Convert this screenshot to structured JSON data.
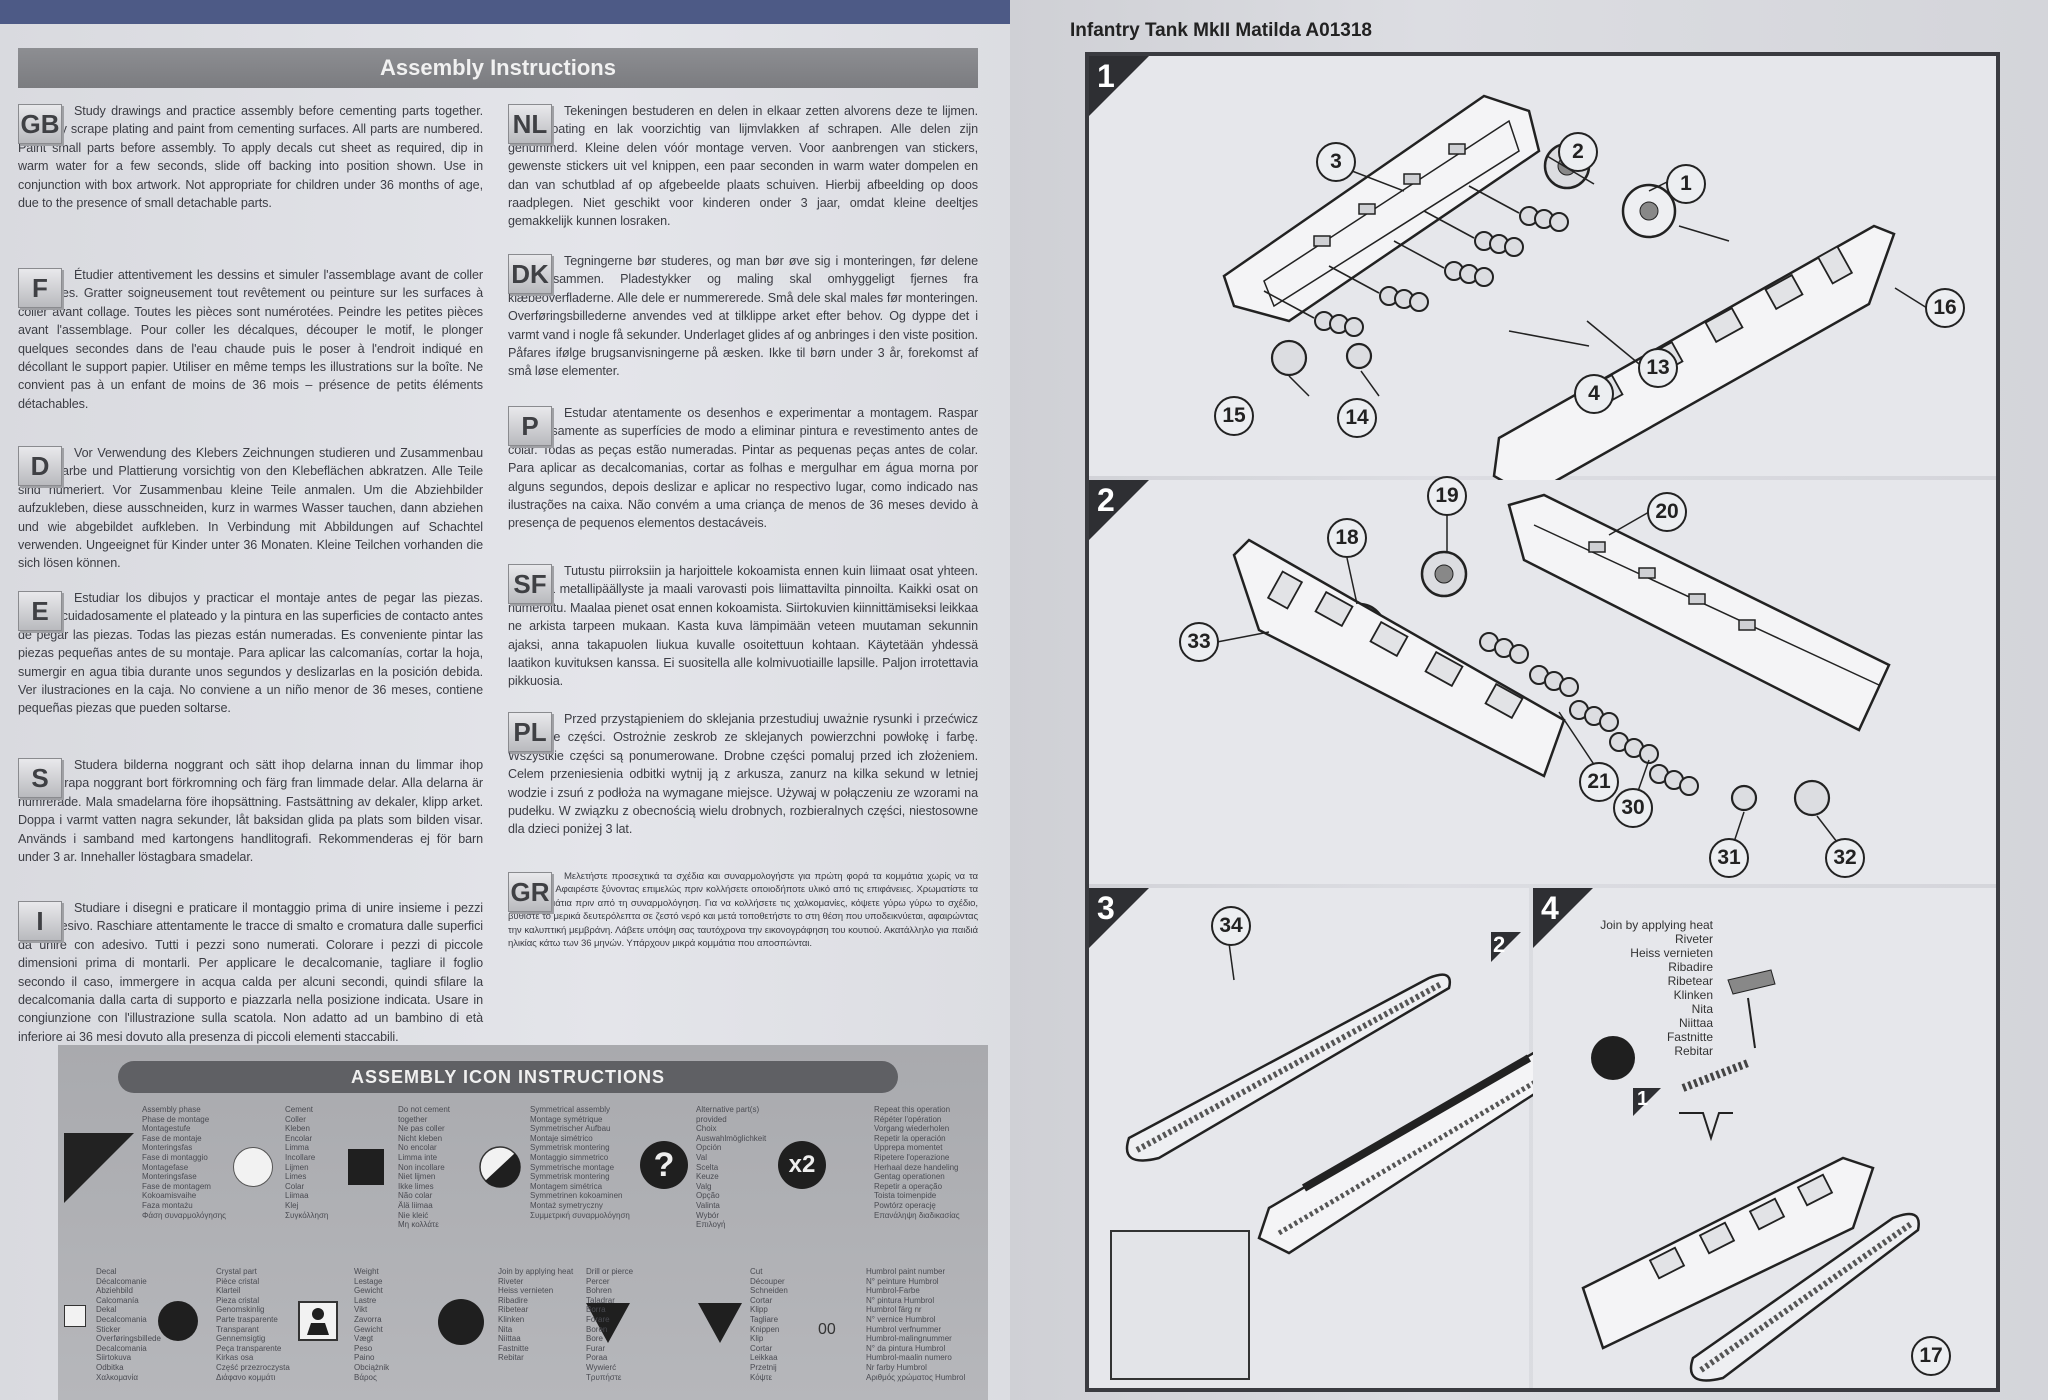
{
  "left": {
    "banner": "Assembly Instructions",
    "blocks": [
      {
        "tag": "GB",
        "text": "Study drawings and practice assembly before cementing parts together. Carefully scrape plating and paint from cementing surfaces. All parts are numbered. Paint small parts before assembly. To apply decals cut sheet as required, dip in warm water for a few seconds, slide off backing into position shown. Use in conjunction with box artwork. Not appropriate for children under 36 months of age, due to the presence of small detachable parts."
      },
      {
        "tag": "F",
        "text": "Étudier attentivement les dessins et simuler l'assemblage avant de coller les pièces. Gratter soigneusement tout revêtement ou peinture sur les surfaces à coller avant collage. Toutes les pièces sont numérotées. Peindre les petites pièces avant l'assemblage. Pour coller les décalques, découper le motif, le plonger quelques secondes dans de l'eau chaude puis le poser à l'endroit indiqué en décollant le support papier. Utiliser en même temps les illustrations sur la boîte. Ne convient pas à un enfant de moins de 36 mois – présence de petits éléments détachables."
      },
      {
        "tag": "D",
        "text": "Vor Verwendung des Klebers Zeichnungen studieren und Zusammenbau üben. Farbe und Plattierung vorsichtig von den Klebeflächen abkratzen. Alle Teile sind numeriert. Vor Zusammenbau kleine Teile anmalen. Um die Abziehbilder aufzukleben, diese ausschneiden, kurz in warmes Wasser tauchen, dann abziehen und wie abgebildet aufkleben. In Verbindung mit Abbildungen auf Schachtel verwenden. Ungeeignet für Kinder unter 36 Monaten. Kleine Teilchen vorhanden die sich lösen können."
      },
      {
        "tag": "E",
        "text": "Estudiar los dibujos y practicar el montaje antes de pegar las piezas. Raspar cuidadosamente el plateado y la pintura en las superficies de contacto antes de pegar las piezas. Todas las piezas están numeradas. Es conveniente pintar las piezas pequeñas antes de su montaje. Para aplicar las calcomanías, cortar la hoja, sumergir en agua tibia durante unos segundos y deslizarlas en la posición debida. Ver ilustraciones en la caja. No conviene a un niño menor de 36 meses, contiene pequeñas piezas que pueden soltarse."
      },
      {
        "tag": "S",
        "text": "Studera bilderna noggrant och sätt ihop delarna innan du limmar ihop dem. Skrapa noggrant bort förkromning och färg fran limmade delar. Alla delarna är numrerade. Mala smadelarna före ihopsättning. Fastsättning av dekaler, klipp arket. Doppa i varmt vatten nagra sekunder, låt baksidan glida pa plats som bilden visar. Används i samband med kartongens handlitografi. Rekommenderas ej för barn under 3 ar. Innehaller löstagbara smadelar."
      },
      {
        "tag": "I",
        "text": "Studiare i disegni e praticare il montaggio prima di unire insieme i pezzi con l'adesivo. Raschiare attentamente le tracce di smalto e cromatura dalle superfici da unire con adesivo. Tutti i pezzi sono numerati. Colorare i pezzi di piccole dimensioni prima di montarli. Per applicare le decalcomanie, tagliare il foglio secondo il caso, immergere in acqua calda per alcuni secondi, quindi sfilare la decalcomania dalla carta di supporto e piazzarla nella posizione indicata. Usare in congiunzione con l'illustrazione sulla scatola. Non adatto ad un bambino di età inferiore ai 36 mesi dovuto alla presenza di piccoli elementi staccabili."
      },
      {
        "tag": "NL",
        "text": "Tekeningen bestuderen en delen in elkaar zetten alvorens deze te lijmen. Metaalcoating en lak voorzichtig van lijmvlakken af schrapen. Alle delen zijn genummerd. Kleine delen vóór montage verven. Voor aanbrengen van stickers, gewenste stickers uit vel knippen, een paar seconden in warm water dompelen en dan van schutblad af op afgebeelde plaats schuiven. Hierbij afbeelding op doos raadplegen. Niet geschikt voor kinderen onder 3 jaar, omdat kleine deeltjes gemakkelijk kunnen losraken."
      },
      {
        "tag": "DK",
        "text": "Tegningerne bør studeres, og man bør øve sig i monteringen, før delene limes sammen. Pladestykker og maling skal omhyggeligt fjernes fra klæbeoverfladerne. Alle dele er nummererede. Små dele skal males før monteringen. Overføringsbillederne anvendes ved at tilklippe arket efter behov. Og dyppe det i varmt vand i nogle få sekunder. Underlaget glides af og anbringes i den viste position. Påfares ifølge brugsanvisningerne på æsken. Ikke til børn under 3 år, forekomst af små løse elementer."
      },
      {
        "tag": "P",
        "text": "Estudar atentamente os desenhos e experimentar a montagem. Raspar cuidadosamente as superfícies de modo a eliminar pintura e revestimento antes de colar. Todas as peças estão numeradas. Pintar as pequenas peças antes de colar. Para aplicar as decalcomanias, cortar as folhas e mergulhar em água morna por alguns segundos, depois deslizar e aplicar no respectivo lugar, como indicado nas ilustrações na caixa. Não convém a uma criança de menos de 36 meses devido à presença de pequenos elementos destacáveis."
      },
      {
        "tag": "SF",
        "text": "Tutustu piirroksiin ja harjoittele kokoamista ennen kuin liimaat osat yhteen. Raaputa metallipäällyste ja maali varovasti pois liimattavilta pinnoilta. Kaikki osat on numeroitu. Maalaa pienet osat ennen kokoamista. Siirtokuvien kiinnittämiseksi leikkaa ne arkista tarpeen mukaan. Kasta kuva lämpimään veteen muutaman sekunnin ajaksi, anna takapuolen liukua kuvalle osoitettuun kohtaan. Käytetään yhdessä laatikon kuvituksen kanssa. Ei suositella alle kolmivuotiaille lapsille. Paljon irrotettavia pikkuosia."
      },
      {
        "tag": "PL",
        "text": "Przed przystąpieniem do sklejania przestudiuj uważnie rysunki i przećwicz składanie części. Ostrożnie zeskrob ze sklejanych powierzchni powłokę i farbę. Wszystkie części są ponumerowane. Drobne części pomaluj przed ich złożeniem. Celem przeniesienia odbitki wytnij ją z arkusza, zanurz na kilka sekund w letniej wodzie i zsuń z podłoża na wymagane miejsce. Używaj w połączeniu ze wzorami na pudełku. W związku z obecnością wielu drobnych, rozbieralnych części, niestosowne dla dzieci poniżej 3 lat."
      },
      {
        "tag": "GR",
        "text": "Μελετήστε προσεχτικά τα σχέδια και συναρμολογήστε για πρώτη φορά τα κομμάτια χωρίς να τα κολλήσετε. Αφαιρέστε ξύνοντας επιμελώς πριν κολλήσετε οποιοδήποτε υλικό από τις επιφάνειες. Χρωματίστε τα μικρά κομμάτια πριν από τη συναρμολόγηση. Για να κολλήσετε τις χαλκομανίες, κόψετε γύρω γύρω το σχέδιο, βυθίστε το μερικά δευτερόλεπτα σε ζεστό νερό και μετά τοποθετήστε το στη θέση που υποδεικνύεται, αφαιρώντας την καλυπτική μεμβράνη. Λάβετε υπόψη σας ταυτόχρονα την εικονογράφηση του κουτιού. Ακατάλληλο για παιδιά ηλικίας κάτω των 36 μηνών. Υπάρχουν μικρά κομμάτια που αποσπώνται."
      }
    ],
    "icon_panel": {
      "title": "ASSEMBLY  ICON  INSTRUCTIONS",
      "row1": [
        {
          "icon": "assembly-phase-triangle-icon",
          "text": "Assembly phase\nPhase de montage\nMontagestufe\nFase de montaje\nMonteringsfas\nFase di montaggio\nMontagefase\nMonteringsfase\nFase de montagem\nKokoamisvaihe\nFaza montażu\nΦάση συναρμολόγησης"
        },
        {
          "icon": "cement-circle-icon",
          "text": "Cement\nColler\nKleben\nEncolar\nLimma\nIncollare\nLijmen\nLimes\nColar\nLiimaa\nKlej\nΣυγκόλληση"
        },
        {
          "icon": "do-not-cement-square-icon",
          "text": "Do not cement together\nNe pas coller\nNicht kleben\nNo encolar\nLimma inte\nNon incollare\nNiet lijmen\nIkke limes\nNão colar\nÄlä liimaa\nNie kleić\nΜη κολλάτε"
        },
        {
          "icon": "symmetrical-assembly-icon",
          "text": "Symmetrical assembly\nMontage symétrique\nSymmetrischer Aufbau\nMontaje simétrico\nSymmetrisk montering\nMontaggio simmetrico\nSymmetrische montage\nSymmetrisk montering\nMontagem simétrica\nSymmetrinen kokoaminen\nMontaż symetryczny\nΣυμμετρική συναρμολόγηση"
        },
        {
          "icon": "alternative-parts-question-icon",
          "text": "Alternative part(s) provided\nChoix\nAuswahlmöglichkeit\nOpción\nVal\nScelta\nKeuze\nValg\nOpção\nValinta\nWybór\nΕπιλογή"
        },
        {
          "icon": "repeat-x2-icon",
          "text": "Repeat this operation\nRépéter l'opération\nVorgang wiederholen\nRepetir la operación\nUpprepa momentet\nRipetere l'operazione\nHerhaal deze handeling\nGentag operationen\nRepetir a operação\nToista toimenpide\nPowtórz operację\nΕπανάληψη διαδικασίας"
        }
      ],
      "row2": [
        {
          "icon": "decal-square-icon",
          "text": "Decal\nDécalcomanie\nAbziehbild\nCalcomanía\nDekal\nDecalcomania\nSticker\nOverføringsbillede\nDecalcomania\nSiirtokuva\nOdbitka\nΧαλκομανία"
        },
        {
          "icon": "crystal-part-circle-icon",
          "text": "Crystal part\nPièce cristal\nKlarteil\nPieza cristal\nGenomskinlig\nParte trasparente\nTransparant\nGennemsigtig\nPeça transparente\nKirkas osa\nCzęść przezroczysta\nΔιάφανο κομμάτι"
        },
        {
          "icon": "weight-icon",
          "text": "Weight\nLestage\nGewicht\nLastre\nVikt\nZavorra\nGewicht\nVægt\nPeso\nPaino\nObciążnik\nΒάρος"
        },
        {
          "icon": "join-by-heat-icon",
          "text": "Join by applying heat\nRiveter\nHeiss vernieten\nRibadire\nRibetear\nKlinken\nNita\nNiittaa\nFastnitte\nRebitar"
        },
        {
          "icon": "drill-pierce-icon",
          "text": "Drill or pierce\nPercer\nBohren\nTaladrar\nBorra\nForare\nBoren\nBore\nFurar\nPoraa\nWywierć\nΤρυπήστε"
        },
        {
          "icon": "cut-icon",
          "text": "Cut\nDécouper\nSchneiden\nCortar\nKlipp\nTagliare\nKnippen\nKlip\nCortar\nLeikkaa\nPrzetnij\nΚόψτε"
        },
        {
          "icon": "humbrol-paint-number-icon",
          "text": "Humbrol paint number\nN° peinture Humbrol\nHumbrol-Farbe\nN° pintura Humbrol\nHumbrol färg nr\nN° vernice Humbrol\nHumbrol verfnummer\nHumbrol-malingnummer\nN° da pintura Humbrol\nHumbrol-maalin numero\nNr farby Humbrol\nΑριθμός χρώματος Humbrol"
        }
      ],
      "x2_label": "x2",
      "paint_code": "00"
    }
  },
  "right": {
    "title": "Infantry Tank MkII Matilda A01318",
    "steps": [
      {
        "number": "1",
        "parts": [
          "3",
          "2",
          "1",
          "13",
          "4",
          "16",
          "15",
          "14"
        ]
      },
      {
        "number": "2",
        "parts": [
          "19",
          "20",
          "18",
          "33",
          "21",
          "30",
          "31",
          "32"
        ]
      },
      {
        "number": "3",
        "parts": [
          "34"
        ],
        "ref": "2"
      },
      {
        "number": "4",
        "ref": "1",
        "parts": [
          "17"
        ]
      }
    ],
    "heat_labels": [
      "Join by applying heat",
      "Riveter",
      "Heiss vernieten",
      "Ribadire",
      "Ribetear",
      "Klinken",
      "Nita",
      "Niittaa",
      "Fastnitte",
      "Rebitar"
    ]
  }
}
